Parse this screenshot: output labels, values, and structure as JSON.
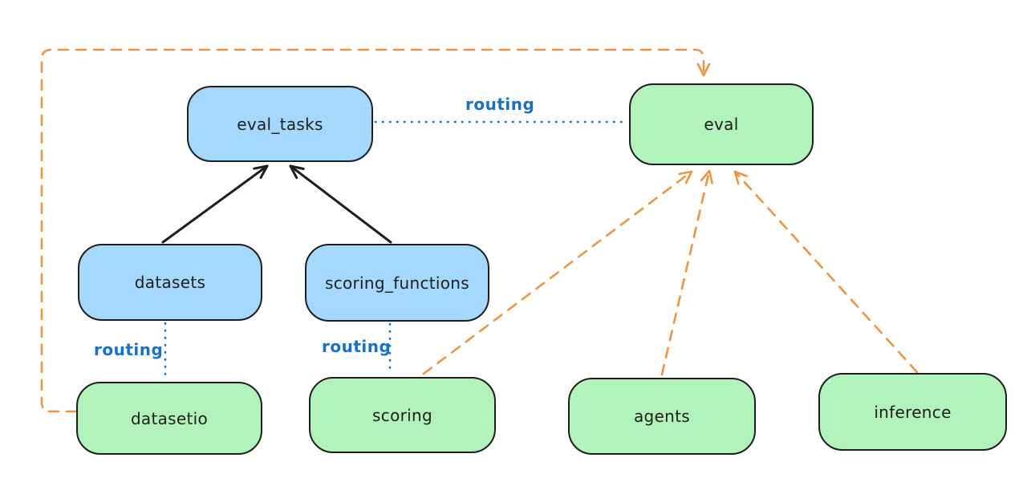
{
  "diagram": {
    "nodes": [
      {
        "id": "eval_tasks",
        "label": "eval_tasks",
        "kind": "resource"
      },
      {
        "id": "eval",
        "label": "eval",
        "kind": "api"
      },
      {
        "id": "datasets",
        "label": "datasets",
        "kind": "resource"
      },
      {
        "id": "scoring_functions",
        "label": "scoring_functions",
        "kind": "resource"
      },
      {
        "id": "datasetio",
        "label": "datasetio",
        "kind": "api"
      },
      {
        "id": "scoring",
        "label": "scoring",
        "kind": "api"
      },
      {
        "id": "agents",
        "label": "agents",
        "kind": "api"
      },
      {
        "id": "inference",
        "label": "inference",
        "kind": "api"
      }
    ],
    "edges": [
      {
        "from": "datasets",
        "to": "eval_tasks",
        "style": "solid-arrow",
        "label": ""
      },
      {
        "from": "scoring_functions",
        "to": "eval_tasks",
        "style": "solid-arrow",
        "label": ""
      },
      {
        "from": "eval_tasks",
        "to": "eval",
        "style": "dotted",
        "label": "routing"
      },
      {
        "from": "datasets",
        "to": "datasetio",
        "style": "dotted",
        "label": "routing"
      },
      {
        "from": "scoring_functions",
        "to": "scoring",
        "style": "dotted",
        "label": "routing"
      },
      {
        "from": "datasetio",
        "to": "eval",
        "style": "dashed-arrow",
        "label": ""
      },
      {
        "from": "scoring",
        "to": "eval",
        "style": "dashed-arrow",
        "label": ""
      },
      {
        "from": "agents",
        "to": "eval",
        "style": "dashed-arrow",
        "label": ""
      },
      {
        "from": "inference",
        "to": "eval",
        "style": "dashed-arrow",
        "label": ""
      }
    ],
    "colors": {
      "background": "#ffffff",
      "node_blue_fill": "#a5d8ff",
      "node_green_fill": "#b2f2bb",
      "node_border": "#1e1e1e",
      "routing_line": "#1971c2",
      "dependency_line": "#eb9442",
      "solid_arrow": "#1e1e1e"
    }
  }
}
